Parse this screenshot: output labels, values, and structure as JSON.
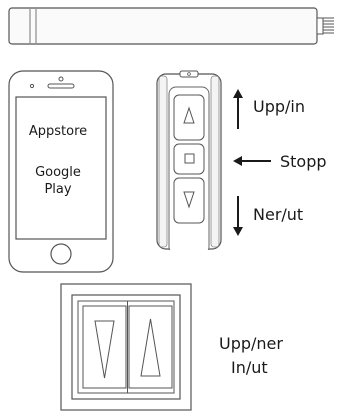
{
  "phone": {
    "line1": "Appstore",
    "line2a": "Google",
    "line2b": "Play"
  },
  "remote": {
    "up_label": "Upp/in",
    "stop_label": "Stopp",
    "down_label": "Ner/ut"
  },
  "switch": {
    "label_line1": "Upp/ner",
    "label_line2": "In/ut"
  },
  "colors": {
    "stroke": "#555555",
    "light_fill": "#f4f4f4"
  }
}
